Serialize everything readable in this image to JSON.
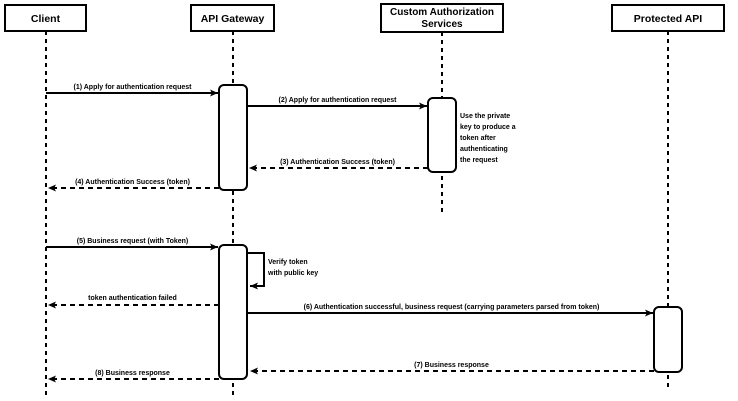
{
  "diagram_type": "uml-sequence",
  "colors": {
    "stroke": "#000000",
    "fill": "#ffffff",
    "background": "#ffffff",
    "text": "#000000"
  },
  "actors": [
    {
      "name": "Client"
    },
    {
      "name": "API Gateway"
    },
    {
      "name": "Custom Authorization Services",
      "line1": "Custom Authorization",
      "line2": "Services"
    },
    {
      "name": "Protected API"
    }
  ],
  "messages": [
    {
      "label": "(1) Apply for authentication request",
      "from": "Client",
      "to": "API Gateway",
      "line": "solid"
    },
    {
      "label": "(2) Apply for authentication request",
      "from": "API Gateway",
      "to": "Custom Authorization Services",
      "line": "solid"
    },
    {
      "label": "(3) Authentication Success (token)",
      "from": "Custom Authorization Services",
      "to": "API Gateway",
      "line": "dashed"
    },
    {
      "label": "(4) Authentication Success (token)",
      "from": "API Gateway",
      "to": "Client",
      "line": "dashed"
    },
    {
      "label": "(5) Business request (with Token)",
      "from": "Client",
      "to": "API Gateway",
      "line": "solid"
    },
    {
      "label": "token authentication failed",
      "from": "API Gateway",
      "to": "Client",
      "line": "dashed"
    },
    {
      "label": "(6) Authentication successful, business request (carrying parameters parsed from token)",
      "from": "API Gateway",
      "to": "Protected API",
      "line": "solid"
    },
    {
      "label": "(7) Business response",
      "from": "Protected API",
      "to": "API Gateway",
      "line": "dashed"
    },
    {
      "label": "(8) Business response",
      "from": "API Gateway",
      "to": "Client",
      "line": "dashed"
    }
  ],
  "notes": [
    {
      "attached_to": "Custom Authorization Services",
      "lines": [
        "Use the private",
        "key to produce a",
        "token after",
        "authenticating",
        "the request"
      ]
    },
    {
      "attached_to": "API Gateway",
      "type": "self-message",
      "lines": [
        "Verify token",
        "with public key"
      ]
    }
  ]
}
